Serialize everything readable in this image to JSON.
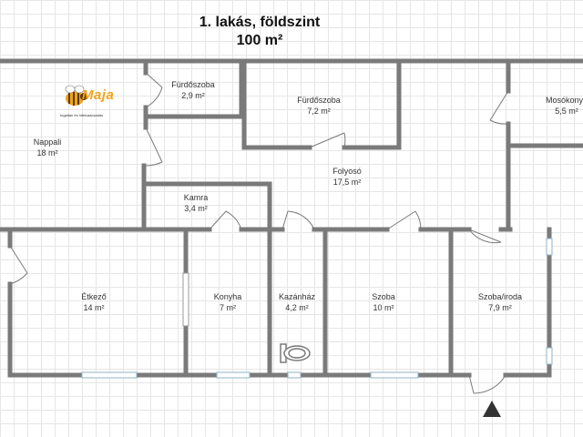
{
  "header": {
    "title": "1. lakás, földszint",
    "area": "100 m²"
  },
  "logo": {
    "word": "Maja",
    "tagline": "Ingatlan és hitelcaácsadás"
  },
  "rooms": [
    {
      "name": "Fürdőszoba",
      "area": "2,9 m²"
    },
    {
      "name": "Fürdőszoba",
      "area": "7,2 m²"
    },
    {
      "name": "Mosókonyh",
      "area": "5,5 m²"
    },
    {
      "name": "Nappali",
      "area": "18 m²"
    },
    {
      "name": "Folyosó",
      "area": "17,5 m²"
    },
    {
      "name": "Kamra",
      "area": "3,4 m²"
    },
    {
      "name": "Étkező",
      "area": "14 m²"
    },
    {
      "name": "Konyha",
      "area": "7 m²"
    },
    {
      "name": "Kazánház",
      "area": "4,2 m²"
    },
    {
      "name": "Szoba",
      "area": "10 m²"
    },
    {
      "name": "Szoba/iroda",
      "area": "7,9 m²"
    }
  ],
  "colors": {
    "wall": "#7a7a7a",
    "grid": "#e6e6e6",
    "logo": "#f2a31b",
    "window": "#b9d2e0"
  },
  "icons": [
    "toilet-icon",
    "entrance-arrow-icon",
    "bee-logo-icon"
  ]
}
